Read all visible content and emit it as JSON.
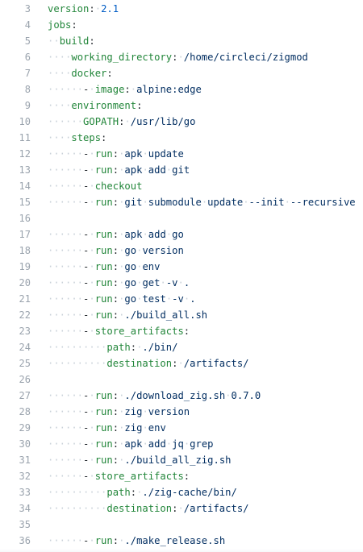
{
  "lines": [
    {
      "number": "3",
      "indent": 0,
      "dash": false,
      "key": "version",
      "value": "2.1",
      "value_type": "num"
    },
    {
      "number": "4",
      "indent": 0,
      "dash": false,
      "key": "jobs",
      "value": "",
      "value_type": "str"
    },
    {
      "number": "5",
      "indent": 2,
      "dash": false,
      "key": "build",
      "value": "",
      "value_type": "str"
    },
    {
      "number": "6",
      "indent": 4,
      "dash": false,
      "key": "working_directory",
      "value": "/home/circleci/zigmod",
      "value_type": "str"
    },
    {
      "number": "7",
      "indent": 4,
      "dash": false,
      "key": "docker",
      "value": "",
      "value_type": "str"
    },
    {
      "number": "8",
      "indent": 6,
      "dash": true,
      "key": "image",
      "value": "alpine:edge",
      "value_type": "str"
    },
    {
      "number": "9",
      "indent": 4,
      "dash": false,
      "key": "environment",
      "value": "",
      "value_type": "str"
    },
    {
      "number": "10",
      "indent": 6,
      "dash": false,
      "key": "GOPATH",
      "value": "/usr/lib/go",
      "value_type": "str"
    },
    {
      "number": "11",
      "indent": 4,
      "dash": false,
      "key": "steps",
      "value": "",
      "value_type": "str"
    },
    {
      "number": "12",
      "indent": 6,
      "dash": true,
      "key": "run",
      "value": "apk update",
      "value_type": "str"
    },
    {
      "number": "13",
      "indent": 6,
      "dash": true,
      "key": "run",
      "value": "apk add git",
      "value_type": "str"
    },
    {
      "number": "14",
      "indent": 6,
      "dash": true,
      "key": "",
      "value": "checkout",
      "value_type": "str"
    },
    {
      "number": "15",
      "indent": 6,
      "dash": true,
      "key": "run",
      "value": "git submodule update --init --recursive",
      "value_type": "str"
    },
    {
      "number": "16",
      "indent": 0,
      "dash": false,
      "key": "",
      "value": "",
      "value_type": "str"
    },
    {
      "number": "17",
      "indent": 6,
      "dash": true,
      "key": "run",
      "value": "apk add go",
      "value_type": "str"
    },
    {
      "number": "18",
      "indent": 6,
      "dash": true,
      "key": "run",
      "value": "go version",
      "value_type": "str"
    },
    {
      "number": "19",
      "indent": 6,
      "dash": true,
      "key": "run",
      "value": "go env",
      "value_type": "str"
    },
    {
      "number": "20",
      "indent": 6,
      "dash": true,
      "key": "run",
      "value": "go get -v .",
      "value_type": "str"
    },
    {
      "number": "21",
      "indent": 6,
      "dash": true,
      "key": "run",
      "value": "go test -v .",
      "value_type": "str"
    },
    {
      "number": "22",
      "indent": 6,
      "dash": true,
      "key": "run",
      "value": "./build_all.sh",
      "value_type": "str"
    },
    {
      "number": "23",
      "indent": 6,
      "dash": true,
      "key": "store_artifacts",
      "value": "",
      "value_type": "str"
    },
    {
      "number": "24",
      "indent": 10,
      "dash": false,
      "key": "path",
      "value": "./bin/",
      "value_type": "str"
    },
    {
      "number": "25",
      "indent": 10,
      "dash": false,
      "key": "destination",
      "value": "/artifacts/",
      "value_type": "str"
    },
    {
      "number": "26",
      "indent": 0,
      "dash": false,
      "key": "",
      "value": "",
      "value_type": "str"
    },
    {
      "number": "27",
      "indent": 6,
      "dash": true,
      "key": "run",
      "value": "./download_zig.sh 0.7.0",
      "value_type": "str"
    },
    {
      "number": "28",
      "indent": 6,
      "dash": true,
      "key": "run",
      "value": "zig version",
      "value_type": "str"
    },
    {
      "number": "29",
      "indent": 6,
      "dash": true,
      "key": "run",
      "value": "zig env",
      "value_type": "str"
    },
    {
      "number": "30",
      "indent": 6,
      "dash": true,
      "key": "run",
      "value": "apk add jq grep",
      "value_type": "str"
    },
    {
      "number": "31",
      "indent": 6,
      "dash": true,
      "key": "run",
      "value": "./build_all_zig.sh",
      "value_type": "str"
    },
    {
      "number": "32",
      "indent": 6,
      "dash": true,
      "key": "store_artifacts",
      "value": "",
      "value_type": "str"
    },
    {
      "number": "33",
      "indent": 10,
      "dash": false,
      "key": "path",
      "value": "./zig-cache/bin/",
      "value_type": "str"
    },
    {
      "number": "34",
      "indent": 10,
      "dash": false,
      "key": "destination",
      "value": "/artifacts/",
      "value_type": "str"
    },
    {
      "number": "35",
      "indent": 0,
      "dash": false,
      "key": "",
      "value": "",
      "value_type": "str"
    },
    {
      "number": "36",
      "indent": 6,
      "dash": true,
      "key": "run",
      "value": "./make_release.sh",
      "value_type": "str"
    }
  ],
  "colors": {
    "key": "#22863a",
    "string": "#032f62",
    "number": "#005cc5",
    "line_number": "#9aa3ad",
    "whitespace_marker": "#c9d1d9",
    "background": "#ffffff"
  }
}
